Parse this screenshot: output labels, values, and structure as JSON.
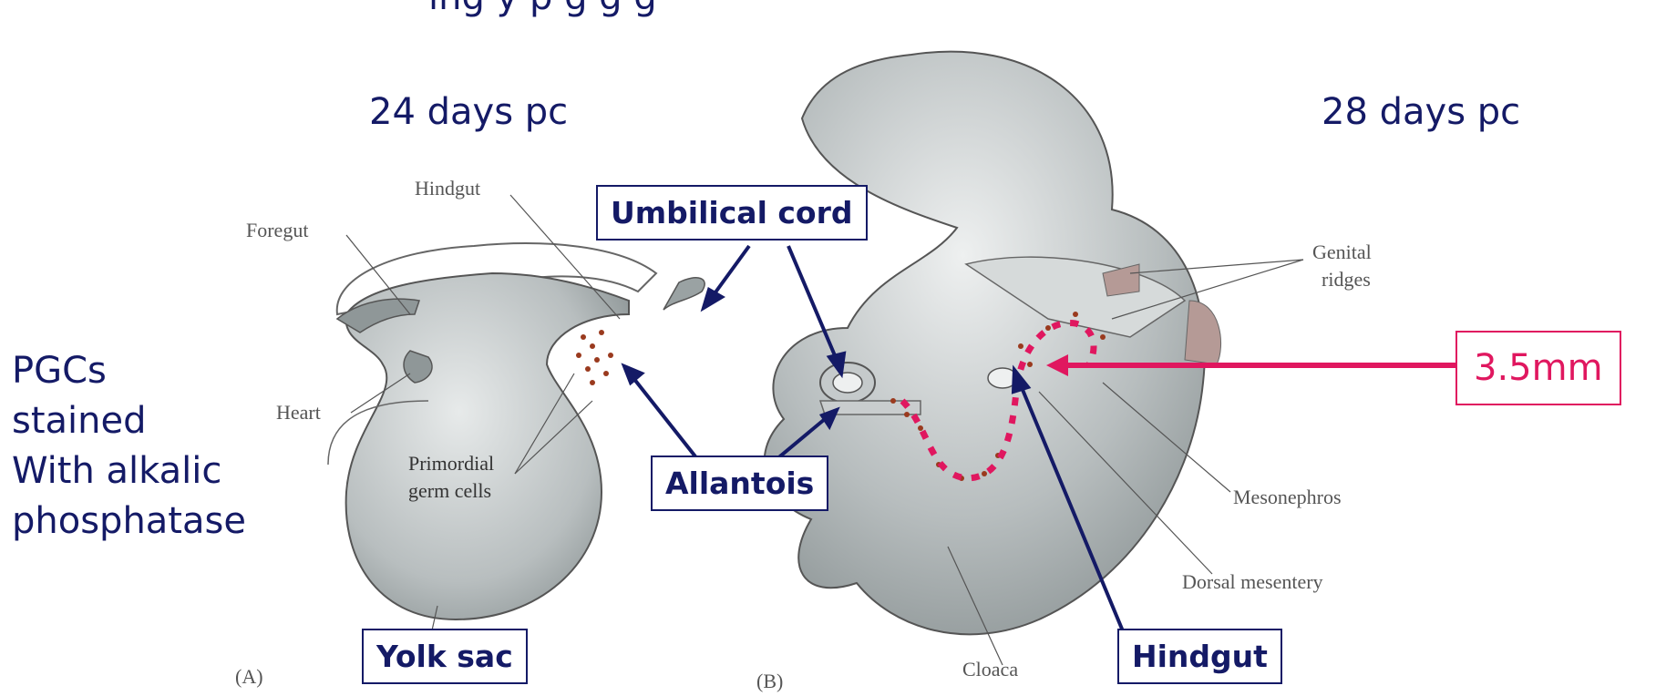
{
  "header": {
    "title_fragment": "ing                   y p     g  g      g"
  },
  "stage_labels": {
    "a": "24 days pc",
    "b": "28 days pc"
  },
  "side_note": [
    "PGCs",
    "stained",
    "With alkalic",
    "phosphatase"
  ],
  "callouts": {
    "umbilical_cord": "Umbilical cord",
    "allantois": "Allantois",
    "yolk_sac": "Yolk sac",
    "hindgut": "Hindgut",
    "size": "3.5mm"
  },
  "figure_labels": {
    "hindgut": "Hindgut",
    "foregut": "Foregut",
    "heart": "Heart",
    "primordial": "Primordial",
    "germ_cells": "germ cells",
    "genital": "Genital",
    "ridges": "ridges",
    "mesonephros": "Mesonephros",
    "dorsal_mesentery": "Dorsal mesentery",
    "cloaca": "Cloaca",
    "panel_a": "(A)",
    "panel_b": "(B)"
  },
  "colors": {
    "navy": "#141a66",
    "pink": "#e0175f",
    "tissue": "#a9afb0",
    "cells": "#9a3a1e"
  }
}
